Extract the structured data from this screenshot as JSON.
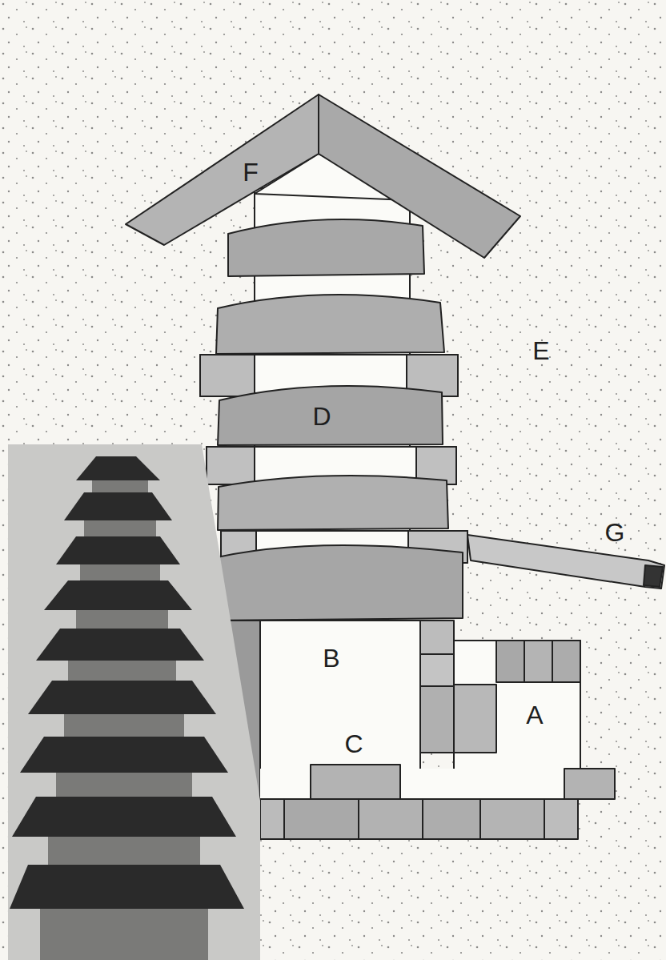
{
  "diagram": {
    "labels": [
      "F",
      "E",
      "D",
      "B",
      "A",
      "C",
      "G"
    ]
  }
}
